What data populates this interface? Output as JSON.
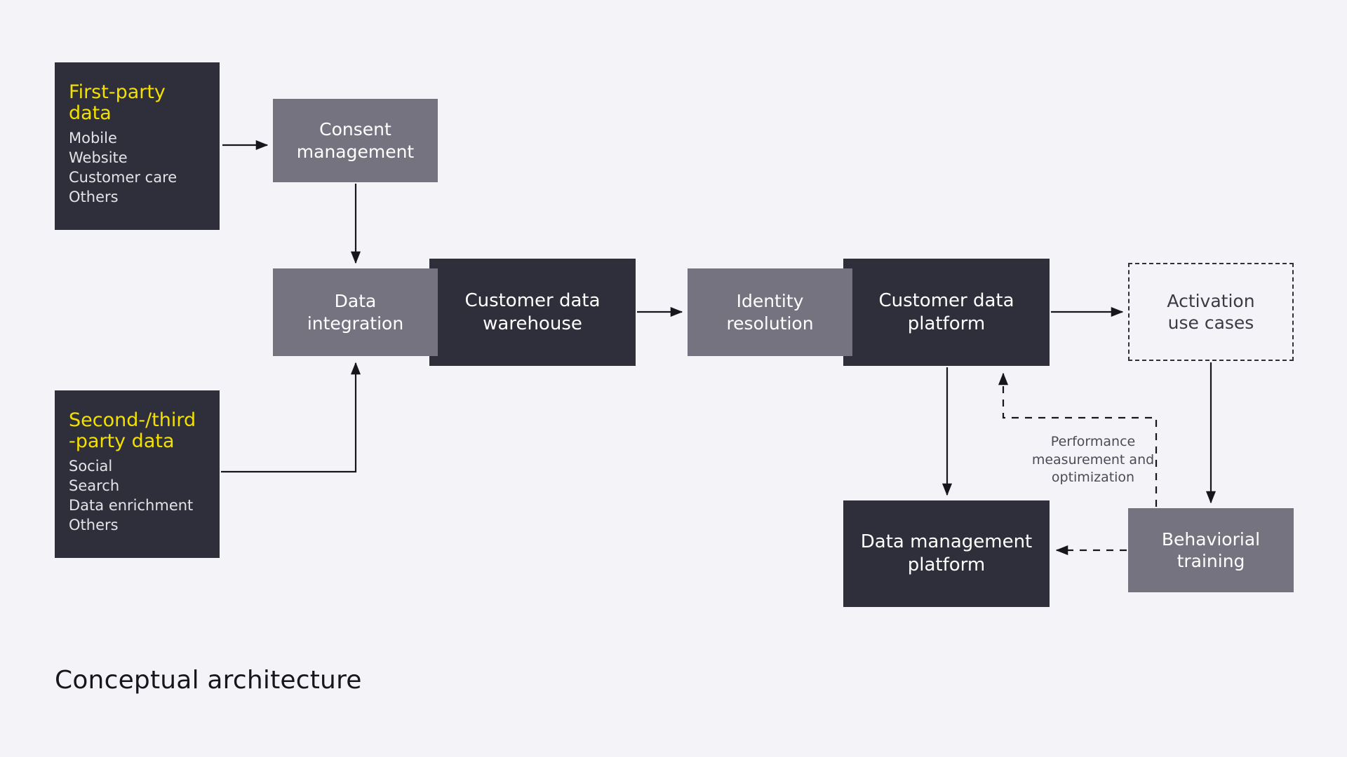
{
  "page": {
    "background_color": "#f4f4f8",
    "caption": "Conceptual architecture"
  },
  "palette": {
    "dark": "#2e2f3a",
    "gray": "#74737f",
    "accent_yellow": "#f3e000",
    "text_light": "#ffffff",
    "text_muted": "#e3e3e8",
    "edge": "#16161c"
  },
  "sources": [
    {
      "id": "first-party-data",
      "title": "First-party\ndata",
      "items": [
        "Mobile",
        "Website",
        "Customer care",
        "Others"
      ]
    },
    {
      "id": "second-third-party-data",
      "title": "Second-/third\n-party data",
      "items": [
        "Social",
        "Search",
        "Data enrichment",
        "Others"
      ]
    }
  ],
  "nodes": [
    {
      "id": "consent-management",
      "label": "Consent\nmanagement",
      "style": "gray"
    },
    {
      "id": "data-integration",
      "label": "Data\nintegration",
      "style": "gray"
    },
    {
      "id": "customer-data-warehouse",
      "label": "Customer data\nwarehouse",
      "style": "dark"
    },
    {
      "id": "identity-resolution",
      "label": "Identity\nresolution",
      "style": "gray"
    },
    {
      "id": "customer-data-platform",
      "label": "Customer data\nplatform",
      "style": "dark"
    },
    {
      "id": "activation-use-cases",
      "label": "Activation\nuse cases",
      "style": "dashed"
    },
    {
      "id": "data-management-platform",
      "label": "Data management\nplatform",
      "style": "dark"
    },
    {
      "id": "behaviorial-training",
      "label": "Behaviorial\ntraining",
      "style": "gray"
    }
  ],
  "annotations": [
    {
      "id": "performance-loop-label",
      "text": "Performance\nmeasurement and\noptimization"
    }
  ],
  "edges": [
    {
      "from": "first-party-data",
      "to": "consent-management",
      "style": "solid"
    },
    {
      "from": "consent-management",
      "to": "data-integration",
      "style": "solid"
    },
    {
      "from": "second-third-party-data",
      "to": "data-integration",
      "style": "solid"
    },
    {
      "from": "customer-data-warehouse",
      "to": "identity-resolution",
      "style": "solid"
    },
    {
      "from": "customer-data-platform",
      "to": "activation-use-cases",
      "style": "solid"
    },
    {
      "from": "customer-data-platform",
      "to": "data-management-platform",
      "style": "solid"
    },
    {
      "from": "activation-use-cases",
      "to": "behaviorial-training",
      "style": "solid"
    },
    {
      "from": "behaviorial-training",
      "to": "data-management-platform",
      "style": "dashed"
    },
    {
      "from": "behaviorial-training",
      "to": "customer-data-platform",
      "style": "dashed"
    }
  ]
}
